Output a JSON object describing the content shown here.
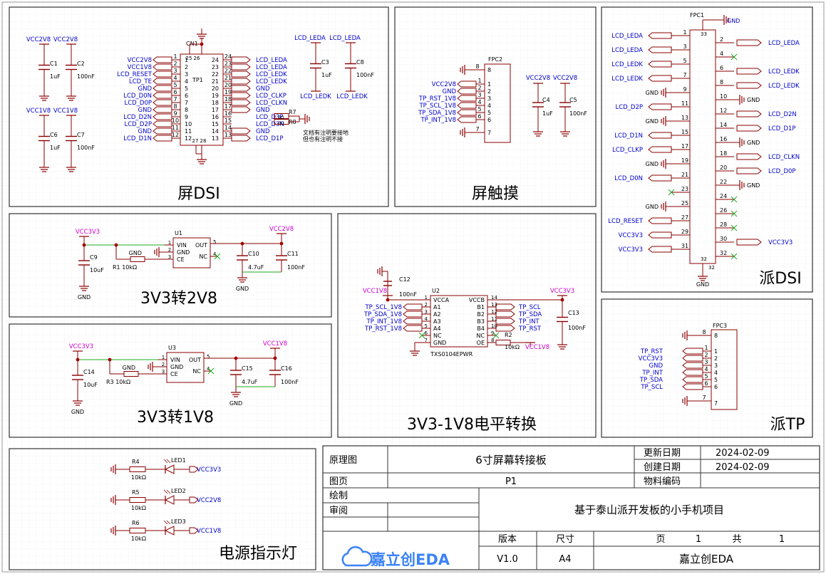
{
  "colors": {
    "wire": "#8b0000",
    "net": "#0000cc",
    "power": "#cc00cc",
    "text": "#000000",
    "grid": "#e4e4e4",
    "accent": "#0069ff",
    "check": "#22aa22"
  },
  "titles": {
    "dsi_screen": "屏DSI",
    "touch_screen": "屏触摸",
    "reg_2v8": "3V3转2V8",
    "level_shift": "3V3-1V8电平转换",
    "pi_dsi": "派DSI",
    "reg_1v8": "3V3转1V8",
    "pi_tp": "派TP",
    "leds": "电源指示灯"
  },
  "cn1": {
    "ref": "CN1",
    "tp": "TP1",
    "left_nets": [
      "VCC2V8",
      "VCC1V8",
      "LCD_RESET",
      "LCD_TE",
      "GND",
      "LCD_D0N",
      "LCD_D0P",
      "GND",
      "LCD_D2N",
      "LCD_D2P",
      "GND",
      "LCD_D1N"
    ],
    "left_pins": [
      "1",
      "2",
      "3",
      "4",
      "5",
      "6",
      "7",
      "8",
      "9",
      "10",
      "11",
      "12"
    ],
    "right_nets": [
      "LCD_LEDA",
      "LCD_LEDA",
      "LCD_LEDK",
      "LCD_LEDK",
      "GND",
      "LCD_CLKP",
      "LCD_CLKN",
      "GND",
      "LCD_D3P",
      "LCD_D3N",
      "GND",
      "LCD_D1P"
    ],
    "right_pins": [
      "24",
      "23",
      "22",
      "21",
      "20",
      "19",
      "18",
      "17",
      "16",
      "15",
      "14",
      "13"
    ],
    "top_pins": [
      "25",
      "26"
    ],
    "bottom_pins": [
      "27",
      "28"
    ],
    "r7": "R7",
    "r8": "R8",
    "r_val": "0Ω",
    "note_line1": "文档有注明要接地",
    "note_line2": "但也有注明不接"
  },
  "dsi_caps": [
    {
      "ref": "C1",
      "val": "1uF",
      "net": "VCC2V8"
    },
    {
      "ref": "C2",
      "val": "100nF",
      "net": "VCC2V8"
    },
    {
      "ref": "C6",
      "val": "1uF",
      "net": "VCC1V8"
    },
    {
      "ref": "C7",
      "val": "100nF",
      "net": "VCC1V8"
    },
    {
      "ref": "C3",
      "val": "1uF",
      "net": "LCD_LEDA"
    },
    {
      "ref": "C8",
      "val": "100nF",
      "net": "LCD_LEDA"
    }
  ],
  "leda_caps_bottom": [
    "LCD_LEDK",
    "LCD_LEDK"
  ],
  "fpc2": {
    "ref": "FPC2",
    "nets": [
      "VCC2V8",
      "GND",
      "TP_RST_1V8",
      "TP_SCL_1V8",
      "TP_SDA_1V8",
      "TP_INT_1V8"
    ],
    "pins": [
      "1",
      "2",
      "3",
      "4",
      "5",
      "6"
    ],
    "top_pin": "8",
    "bottom_pin": "7",
    "caps": [
      {
        "ref": "C4",
        "val": "1uF",
        "net": "VCC2V8"
      },
      {
        "ref": "C5",
        "val": "100nF",
        "net": "VCC2V8"
      }
    ]
  },
  "fpc1": {
    "ref": "FPC1",
    "gnd": "GND",
    "rows": [
      {
        "l": "LCD_LEDA",
        "lp": "1",
        "r": "LCD_LEDA",
        "rp": "2"
      },
      {
        "l": "LCD_LEDA",
        "lp": "3",
        "r": "",
        "rp": "4"
      },
      {
        "l": "LCD_LEDK",
        "lp": "5",
        "r": "LCD_LEDK",
        "rp": "6"
      },
      {
        "l": "LCD_LEDK",
        "lp": "7",
        "r": "LCD_LEDK",
        "rp": "8"
      },
      {
        "l": "GND",
        "lp": "9",
        "r": "GND",
        "rp": "10"
      },
      {
        "l": "LCD_D2P",
        "lp": "11",
        "r": "LCD_D2N",
        "rp": "12"
      },
      {
        "l": "GND",
        "lp": "13",
        "r": "LCD_D1P",
        "rp": "14"
      },
      {
        "l": "LCD_D1N",
        "lp": "15",
        "r": "GND",
        "rp": "16"
      },
      {
        "l": "LCD_CLKP",
        "lp": "17",
        "r": "LCD_CLKN",
        "rp": "18"
      },
      {
        "l": "GND",
        "lp": "19",
        "r": "LCD_D0P",
        "rp": "20"
      },
      {
        "l": "LCD_D0N",
        "lp": "21",
        "r": "GND",
        "rp": "22"
      },
      {
        "l": "",
        "lp": "23",
        "r": "",
        "rp": "24"
      },
      {
        "l": "GND",
        "lp": "25",
        "r": "",
        "rp": "26"
      },
      {
        "l": "LCD_RESET",
        "lp": "27",
        "r": "",
        "rp": "28"
      },
      {
        "l": "VCC3V3",
        "lp": "29",
        "r": "VCC3V3",
        "rp": "30"
      },
      {
        "l": "VCC3V3",
        "lp": "31",
        "r": "",
        "rp": "32"
      }
    ],
    "top_pin": "33",
    "bottom_pin": "32",
    "bottom_net": "GND"
  },
  "u1": {
    "ref": "U1",
    "vin_net": "VCC3V3",
    "vout_net": "VCC2V8",
    "pins_l": [
      "VIN",
      "GND",
      "CE"
    ],
    "pins_r": [
      "OUT",
      "NC"
    ],
    "pnum_l": [
      "1",
      "2",
      "3"
    ],
    "pnum_r": [
      "5",
      "4"
    ],
    "c_in": {
      "ref": "C9",
      "val": "10uF"
    },
    "r": {
      "ref": "R1",
      "val": "10kΩ"
    },
    "gnd": "GND",
    "c_out1": {
      "ref": "C10",
      "val": "4.7uF"
    },
    "c_out2": {
      "ref": "C11",
      "val": "100nF"
    }
  },
  "u3": {
    "ref": "U3",
    "vin_net": "VCC3V3",
    "vout_net": "VCC1V8",
    "pins_l": [
      "VIN",
      "GND",
      "CE"
    ],
    "pins_r": [
      "OUT",
      "NC"
    ],
    "pnum_l": [
      "1",
      "2",
      "3"
    ],
    "pnum_r": [
      "5",
      "4"
    ],
    "c_in": {
      "ref": "C14",
      "val": "10uF"
    },
    "r": {
      "ref": "R3",
      "val": "10kΩ"
    },
    "gnd": "GND",
    "c_out1": {
      "ref": "C15",
      "val": "4.7uF"
    },
    "c_out2": {
      "ref": "C16",
      "val": "100nF"
    }
  },
  "u2": {
    "ref": "U2",
    "part": "TXS0104EPWR",
    "vcca_net": "VCC1V8",
    "vccb_net": "VCC3V3",
    "gnd": "GND",
    "pins_l": [
      "VCCA",
      "A1",
      "A2",
      "A3",
      "A4",
      "NC",
      "GND"
    ],
    "pnum_l": [
      "1",
      "2",
      "3",
      "4",
      "5",
      "6",
      "7"
    ],
    "pins_r": [
      "VCCB",
      "B1",
      "B2",
      "B3",
      "B4",
      "NC",
      "OE"
    ],
    "pnum_r": [
      "14",
      "13",
      "12",
      "11",
      "10",
      "9",
      "8"
    ],
    "a_nets": [
      "TP_SCL_1V8",
      "TP_SDA_1V8",
      "TP_INT_1V8",
      "TP_RST_1V8"
    ],
    "b_nets": [
      "TP_SCL",
      "TP_SDA",
      "TP_INT",
      "TP_RST"
    ],
    "c12": {
      "ref": "C12",
      "val": "100nF"
    },
    "c13": {
      "ref": "C13",
      "val": "100nF"
    },
    "r2": {
      "ref": "R2",
      "val": "10kΩ",
      "net": "VCC1V8"
    }
  },
  "fpc3": {
    "ref": "FPC3",
    "nets": [
      "TP_RST",
      "VCC3V3",
      "GND",
      "TP_INT",
      "TP_SDA",
      "TP_SCL"
    ],
    "pins": [
      "1",
      "2",
      "3",
      "4",
      "5",
      "6"
    ],
    "top_pin": "8",
    "bottom_pin": "7"
  },
  "leds": [
    {
      "r": "R4",
      "rv": "10kΩ",
      "led": "LED1",
      "net": "VCC3V3"
    },
    {
      "r": "R5",
      "rv": "10kΩ",
      "led": "LED2",
      "net": "VCC2V8"
    },
    {
      "r": "R6",
      "rv": "10kΩ",
      "led": "LED3",
      "net": "VCC1V8"
    }
  ],
  "titleblock": {
    "schematic_label": "原理图",
    "title": "6寸屏幕转接板",
    "updated_label": "更新日期",
    "updated": "2024-02-09",
    "created_label": "创建日期",
    "created": "2024-02-09",
    "page_label": "图页",
    "page": "P1",
    "material_label": "物料编码",
    "material": "",
    "drawn_label": "绘制",
    "drawn": "",
    "review_label": "审阅",
    "review": "",
    "project": "基于泰山派开发板的小手机项目",
    "version_label": "版本",
    "version": "V1.0",
    "size_label": "尺寸",
    "size": "A4",
    "sheet_label": "页",
    "sheet": "1",
    "total_label": "共",
    "total": "1",
    "company": "嘉立创EDA",
    "logo_text": "嘉立创EDA"
  }
}
